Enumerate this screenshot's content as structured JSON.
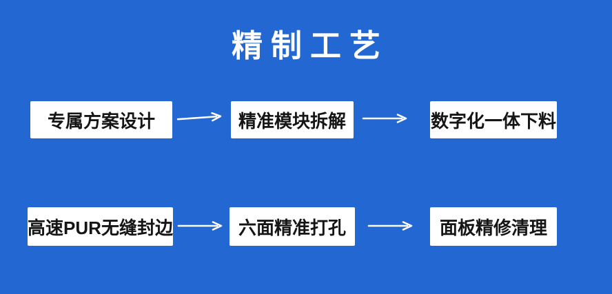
{
  "title": "精制工艺",
  "colors": {
    "background": "#2267d2",
    "title_text": "#ffffff",
    "box_background": "#ffffff",
    "box_text": "#151515",
    "arrow": "#ffffff"
  },
  "flow": {
    "rows": [
      {
        "steps": [
          {
            "label": "专属方案设计"
          },
          {
            "label": "精准模块拆解"
          },
          {
            "label": "数字化一体下料"
          }
        ]
      },
      {
        "steps": [
          {
            "label": "高速PUR无缝封边"
          },
          {
            "label": "六面精准打孔"
          },
          {
            "label": "面板精修清理"
          }
        ]
      }
    ]
  }
}
